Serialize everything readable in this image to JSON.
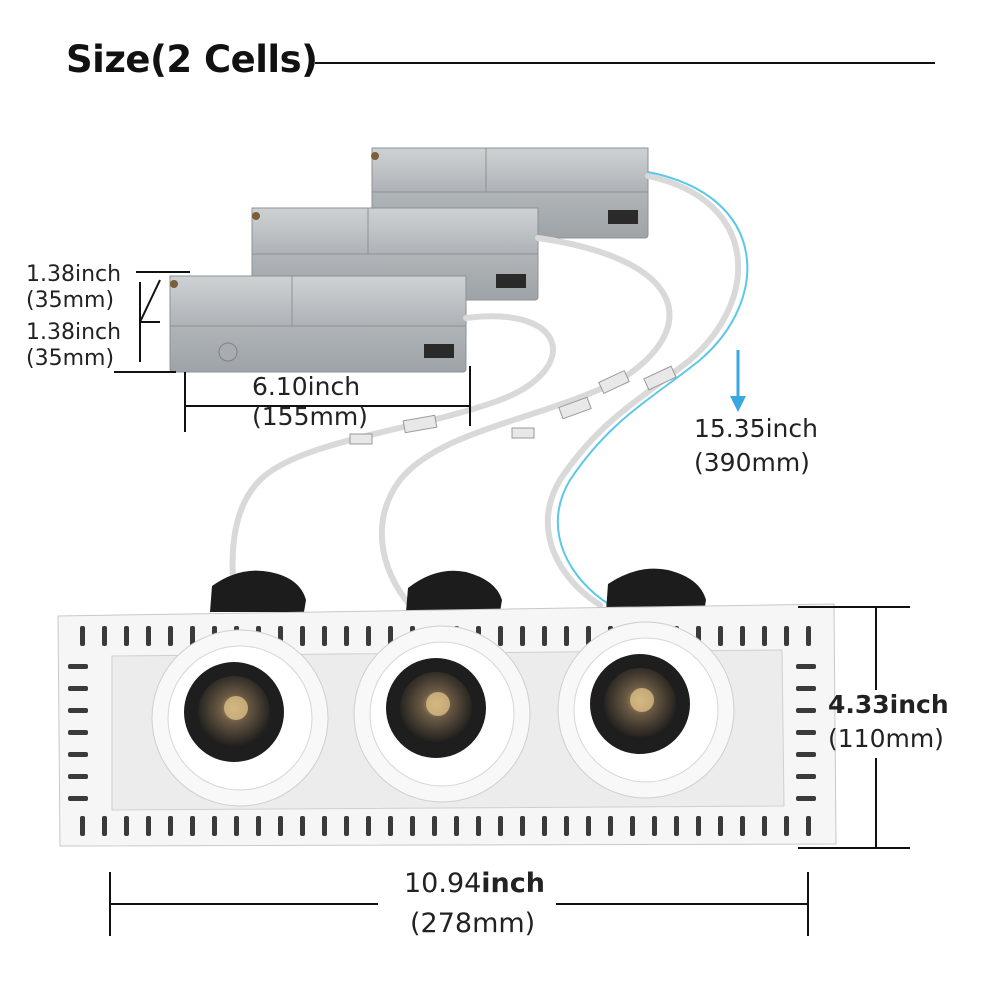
{
  "title": "Size(2 Cells)",
  "dimensions": {
    "driver_height_top": {
      "inch": "1.38inch",
      "mm": "(35mm)"
    },
    "driver_height_bottom": {
      "inch": "1.38inch",
      "mm": "(35mm)"
    },
    "driver_length": {
      "inch": "6.10inch",
      "mm": "(155mm)"
    },
    "cable_length": {
      "inch": "15.35inch",
      "mm": "(390mm)"
    },
    "trim_height": {
      "inch": "4.33inch",
      "mm": "(110mm)"
    },
    "trim_width": {
      "inch_value": "10.94",
      "inch_unit": "inch",
      "mm": "(278mm)"
    }
  },
  "colors": {
    "driver_box": "#b9bdc1",
    "trim": "#f4f4f4",
    "cable": "#f2f2f2",
    "accent_cable": "#5bc8e8",
    "arrow": "#3aa8e0"
  }
}
